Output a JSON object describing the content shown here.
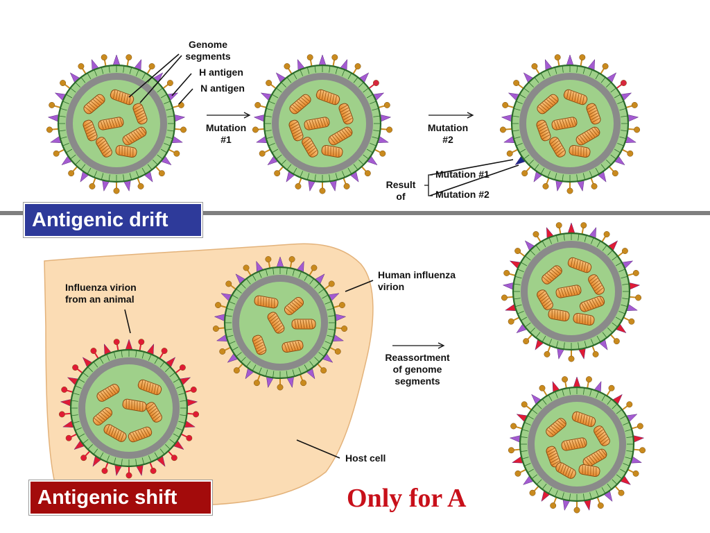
{
  "labels": {
    "genome_segments": "Genome\nsegments",
    "h_antigen": "H antigen",
    "n_antigen": "N antigen",
    "mutation1": "Mutation\n#1",
    "mutation2": "Mutation\n#2",
    "result_of": "Result\nof",
    "result_mut1": "Mutation #1",
    "result_mut2": "Mutation #2",
    "influenza_animal": "Influenza virion\nfrom an animal",
    "human_virion": "Human influenza\nvirion",
    "reassortment": "Reassortment\nof genome\nsegments",
    "host_cell": "Host cell"
  },
  "banners": {
    "drift": "Antigenic drift",
    "shift": "Antigenic shift"
  },
  "footer_note": "Only for A",
  "colors": {
    "drift_banner": "#2e3a9a",
    "shift_banner": "#a30b0b",
    "note_text": "#c8101a",
    "virion_interior": "#9fd08a",
    "capsid_ring": "#8a8a8a",
    "human_segment": "#f0a048",
    "animal_segment": "#d7263d",
    "host_cell": "#fbdcb4",
    "h_spike": "#a45bd1",
    "n_spike": "#c98a1e",
    "animal_spike": "#e01b35"
  }
}
